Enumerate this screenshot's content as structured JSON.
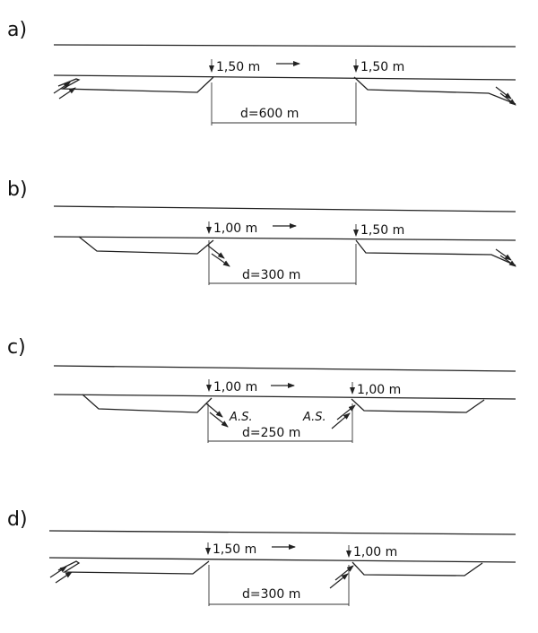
{
  "panels": [
    {
      "id": "a",
      "label": "a)",
      "left_drop": "1,50 m",
      "right_drop": "1,50 m",
      "distance": "d=600 m"
    },
    {
      "id": "b",
      "label": "b)",
      "left_drop": "1,00 m",
      "right_drop": "1,50 m",
      "distance": "d=300 m"
    },
    {
      "id": "c",
      "label": "c)",
      "left_drop": "1,00 m",
      "right_drop": "1,00 m",
      "distance": "d=250 m",
      "left_note": "A.S.",
      "right_note": "A.S."
    },
    {
      "id": "d",
      "label": "d)",
      "left_drop": "1,50 m",
      "right_drop": "1,00 m",
      "distance": "d=300 m"
    }
  ]
}
